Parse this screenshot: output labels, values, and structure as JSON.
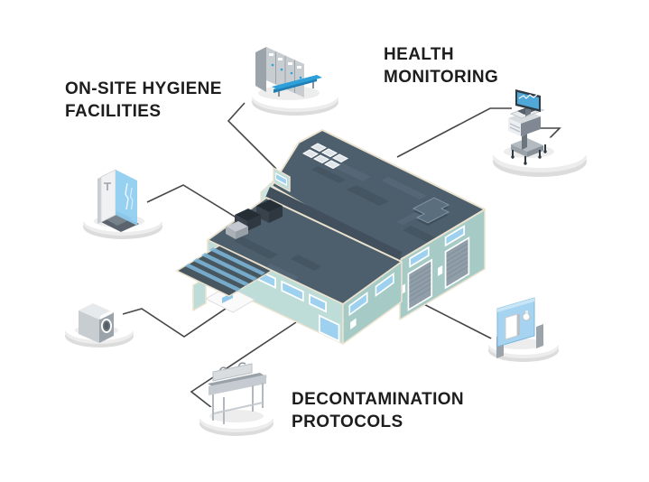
{
  "diagram": {
    "title": "factory hygiene infographic",
    "labels": {
      "hygiene": "ON-SITE HYGIENE\nFACILITIES",
      "health": "HEALTH\nMONITORING",
      "decontamination": "DECONTAMINATION\nPROTOCOLS"
    },
    "building": {
      "name": "factory-building"
    },
    "nodes": [
      {
        "name": "locker-room",
        "icon": "locker-room-icon"
      },
      {
        "name": "shower-stall",
        "icon": "shower-stall-icon"
      },
      {
        "name": "washing-machine",
        "icon": "washing-machine-icon"
      },
      {
        "name": "hand-wash-sink",
        "icon": "hand-wash-sink-icon"
      },
      {
        "name": "sanitizer-station",
        "icon": "sanitizer-station-icon"
      },
      {
        "name": "health-monitoring-cart",
        "icon": "health-monitoring-cart-icon"
      }
    ],
    "colors": {
      "bg": "#ffffff",
      "ink": "#1d1d1d",
      "line": "#474747",
      "roof": "#4d5e6c",
      "roof-dark": "#41505c",
      "roof-light": "#5d7080",
      "trim": "#ebe3cf",
      "wall": "#bedcd8",
      "wall-dark": "#a6cbc6",
      "wall-light": "#cde6e1",
      "window": "#9ed1ef",
      "door": "#8f9ea9",
      "accent": "#2da0da",
      "panel": "#a6d3ef",
      "screen": "#4fa8d8"
    }
  }
}
